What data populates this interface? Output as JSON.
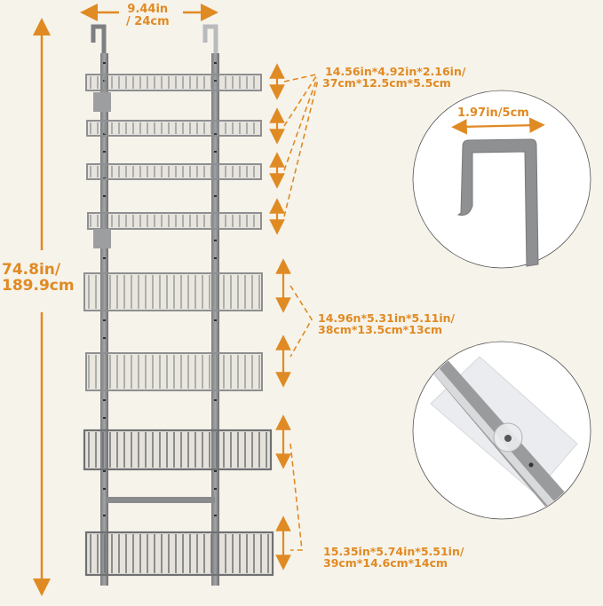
{
  "product": "8-tier over-the-door pantry organizer rack",
  "colors": {
    "accent": "#e08a23",
    "metal": "#8e8f91",
    "metal_dark": "#6f7072",
    "background": "#f6f3ea"
  },
  "dimensions": {
    "width": {
      "line1": "9.44in",
      "line2": "/ 24cm"
    },
    "height": {
      "line1": "74.8in/",
      "line2": "189.9cm"
    },
    "small_basket": {
      "line1": "14.56in*4.92in*2.16in/",
      "line2": "37cm*12.5cm*5.5cm"
    },
    "medium_basket": {
      "line1": "14.96n*5.31in*5.11in/",
      "line2": "38cm*13.5cm*13cm"
    },
    "large_basket": {
      "line1": "15.35in*5.74in*5.51in/",
      "line2": "39cm*14.6cm*14cm"
    },
    "hook": {
      "label": "1.97in/5cm"
    }
  },
  "detail_callouts": [
    {
      "name": "door-hook-detail"
    },
    {
      "name": "adhesive-mount-detail"
    }
  ]
}
